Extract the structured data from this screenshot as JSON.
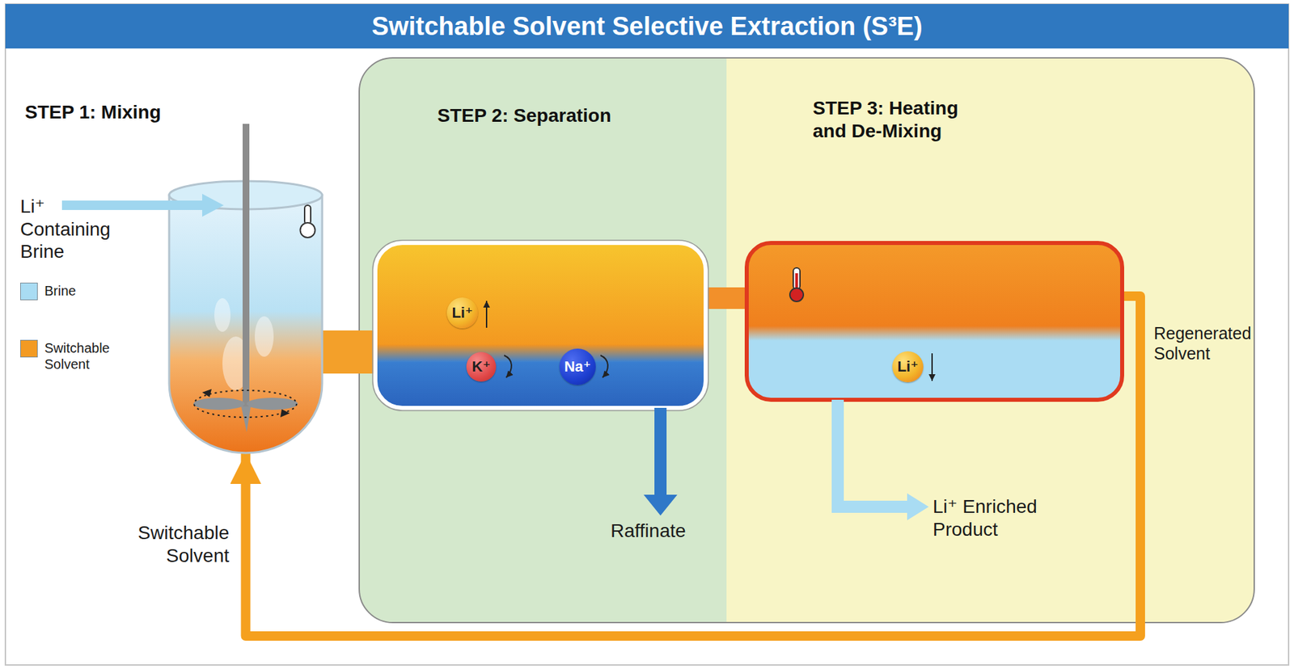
{
  "diagram": {
    "title": "Switchable Solvent Selective Extraction (S³E)",
    "nodes": [
      {
        "text": [
          "STEP 1: Mixing"
        ]
      },
      {
        "text": [
          "STEP 2: Separation"
        ]
      },
      {
        "text": [],
        "in": 1
      },
      {
        "text": [
          "Li⁺"
        ],
        "in": 2
      },
      {
        "text": [
          "K⁺"
        ],
        "in": 2
      },
      {
        "text": [
          "Na⁺"
        ],
        "in": 2
      },
      {
        "text": [
          "STEP 3: Heating and De-Mixing"
        ]
      },
      {
        "text": [],
        "in": 6
      },
      {
        "text": [
          "Li⁺"
        ],
        "in": 7
      }
    ],
    "edges": [
      {
        "from": 0,
        "to": 2,
        "arrow": "none"
      },
      {
        "from": 2,
        "to": 7,
        "arrow": "none"
      },
      {
        "from": 7,
        "to": 0,
        "arrow": "to"
      }
    ],
    "labels": [
      "Li⁺ Containing Brine",
      "Raffinate",
      "Li⁺ Enriched Product",
      "Regenerated Solvent",
      "Switchable Solvent"
    ],
    "legend": [
      {
        "text": "Brine",
        "color": "#a9dcf3"
      },
      {
        "text": "Switchable Solvent",
        "color": "#f39a22"
      }
    ]
  }
}
